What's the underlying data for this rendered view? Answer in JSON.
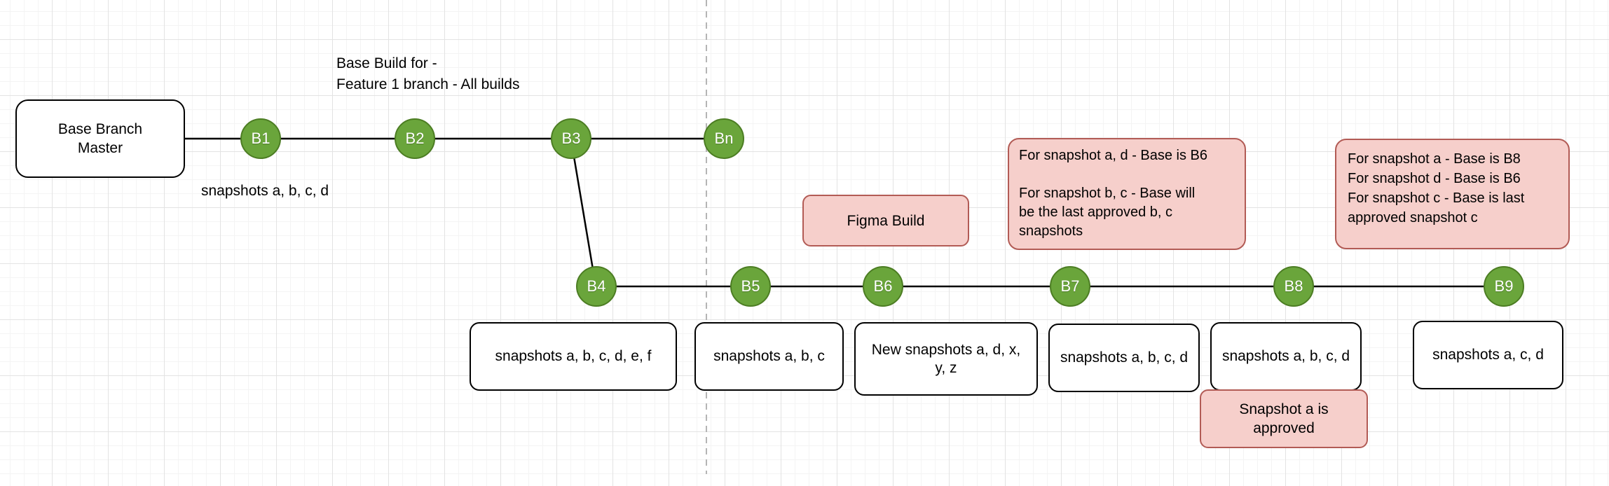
{
  "diagram": {
    "kind": "branch-build-flow",
    "colors": {
      "node_fill": "#6aa53b",
      "node_stroke": "#4c7d23",
      "note_fill": "#f6cfcb",
      "note_stroke": "#b25b55",
      "edge": "#000000",
      "guide_dash": "#b5b5b5",
      "grid_minor": "#f4f4f4",
      "grid_major": "#e3e3e3"
    },
    "labels": {
      "base_box": "Base Branch\nMaster",
      "title": "Base Build for -\nFeature 1 branch - All builds",
      "b1_snapshots": "snapshots a, b, c, d"
    },
    "nodes": [
      {
        "id": "B1",
        "label": "B1"
      },
      {
        "id": "B2",
        "label": "B2"
      },
      {
        "id": "B3",
        "label": "B3"
      },
      {
        "id": "Bn",
        "label": "Bn"
      },
      {
        "id": "B4",
        "label": "B4"
      },
      {
        "id": "B5",
        "label": "B5"
      },
      {
        "id": "B6",
        "label": "B6"
      },
      {
        "id": "B7",
        "label": "B7"
      },
      {
        "id": "B8",
        "label": "B8"
      },
      {
        "id": "B9",
        "label": "B9"
      }
    ],
    "snapshot_boxes": [
      {
        "under": "B4",
        "label": "snapshots a, b, c, d, e, f"
      },
      {
        "under": "B5",
        "label": "snapshots a, b, c"
      },
      {
        "under": "B6",
        "label": "New snapshots a, d, x,\ny, z"
      },
      {
        "under": "B7",
        "label": "snapshots a, b, c, d"
      },
      {
        "under": "B8",
        "label": "snapshots a, b, c, d"
      },
      {
        "under": "B9",
        "label": "snapshots a, c, d"
      }
    ],
    "notes": [
      {
        "id": "figma",
        "label": "Figma Build"
      },
      {
        "id": "note_b7",
        "label": "For snapshot a, d - Base is B6\n\nFor snapshot b, c - Base will\nbe the last approved b, c\nsnapshots"
      },
      {
        "id": "note_b9",
        "label": "For snapshot a - Base is B8\nFor snapshot d - Base is B6\nFor snapshot c - Base is last\napproved snapshot c"
      },
      {
        "id": "approved",
        "label": "Snapshot a is\napproved"
      }
    ]
  }
}
